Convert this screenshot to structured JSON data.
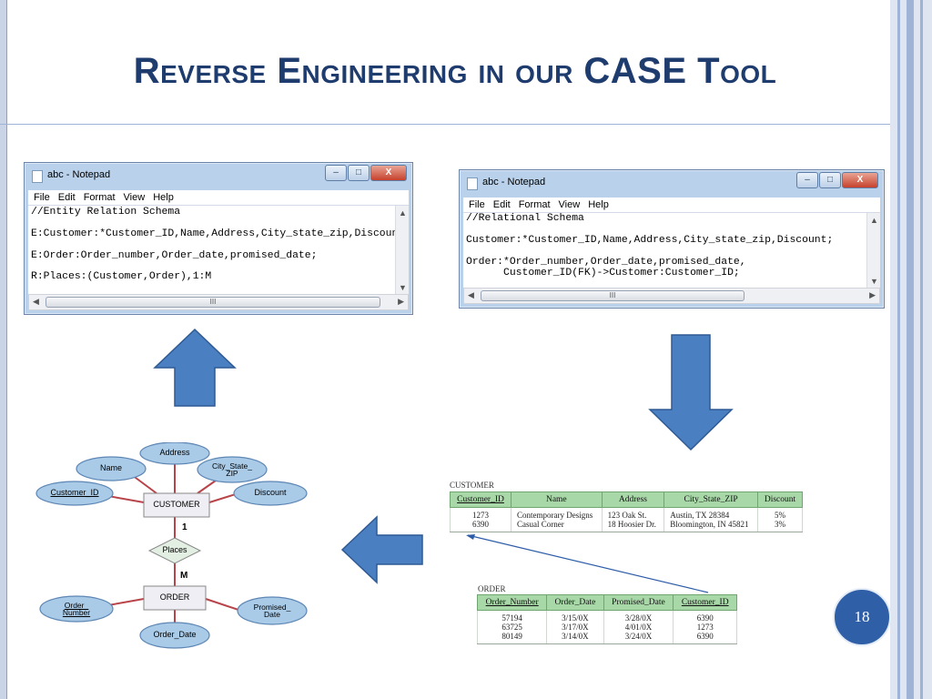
{
  "slide": {
    "title": "Reverse Engineering in our CASE Tool",
    "page_number": "18"
  },
  "notepad_left": {
    "title": "abc - Notepad",
    "menu": [
      "File",
      "Edit",
      "Format",
      "View",
      "Help"
    ],
    "lines": [
      "//Entity Relation Schema",
      "E:Customer:*Customer_ID,Name,Address,City_state_zip,Discount;",
      "E:Order:Order_number,Order_date,promised_date;",
      "R:Places:(Customer,Order),1:M"
    ],
    "scroll_thumb_glyph": "III",
    "buttons": {
      "minimize": "–",
      "maximize": "□",
      "close": "X"
    }
  },
  "notepad_right": {
    "title": "abc - Notepad",
    "menu": [
      "File",
      "Edit",
      "Format",
      "View",
      "Help"
    ],
    "lines": [
      "//Relational Schema",
      "Customer:*Customer_ID,Name,Address,City_state_zip,Discount;",
      "Order:*Order_number,Order_date,promised_date,",
      "      Customer_ID(FK)->Customer:Customer_ID;"
    ],
    "scroll_thumb_glyph": "III",
    "buttons": {
      "minimize": "–",
      "maximize": "□",
      "close": "X"
    }
  },
  "er_diagram": {
    "entities": {
      "customer": "CUSTOMER",
      "order": "ORDER"
    },
    "relationship": "Places",
    "cardinality_one": "1",
    "cardinality_many": "M",
    "customer_attributes": {
      "address": "Address",
      "name": "Name",
      "city": "City_State_ ZIP",
      "customer_id": "Customer_ID",
      "discount": "Discount"
    },
    "order_attributes": {
      "order_number": "Order_ Number",
      "promised_date": "Promised_ Date",
      "order_date": "Order_Date"
    }
  },
  "customer_table": {
    "caption": "CUSTOMER",
    "headers": [
      "Customer_ID",
      "Name",
      "Address",
      "City_State_ZIP",
      "Discount"
    ],
    "rows": [
      [
        "1273",
        "Contemporary Designs",
        "123 Oak St.",
        "Austin, TX 28384",
        "5%"
      ],
      [
        "6390",
        "Casual Corner",
        "18 Hoosier Dr.",
        "Bloomington, IN 45821",
        "3%"
      ]
    ]
  },
  "order_table": {
    "caption": "ORDER",
    "headers": [
      "Order_Number",
      "Order_Date",
      "Promised_Date",
      "Customer_ID"
    ],
    "rows": [
      [
        "57194",
        "3/15/0X",
        "3/28/0X",
        "6390"
      ],
      [
        "63725",
        "3/17/0X",
        "4/01/0X",
        "1273"
      ],
      [
        "80149",
        "3/14/0X",
        "3/24/0X",
        "6390"
      ]
    ]
  },
  "colors": {
    "title": "#1f3c6e",
    "arrow_fill": "#4a7fc1",
    "arrow_stroke": "#2f5a94",
    "table_header": "#a8d8a8",
    "badge": "#2f5fa7"
  }
}
